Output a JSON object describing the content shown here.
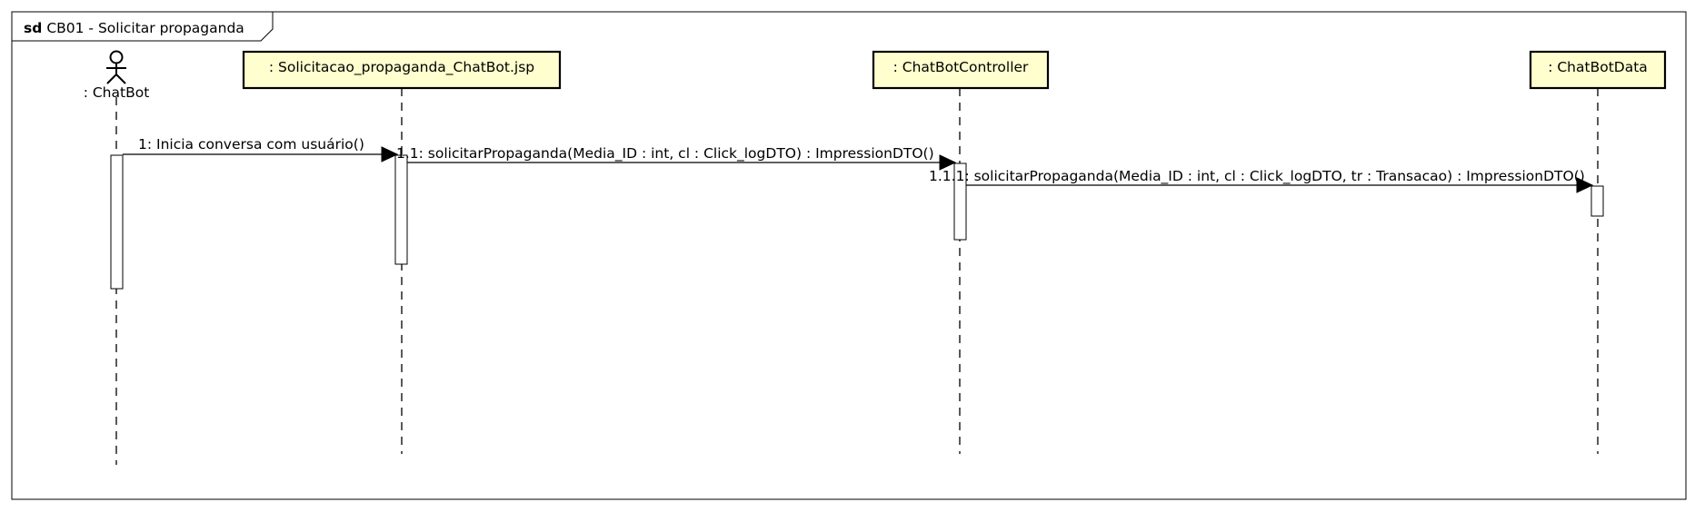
{
  "frame": {
    "keyword": "sd",
    "title": "CB01 - Solicitar propaganda"
  },
  "participants": [
    {
      "id": "chatbot",
      "kind": "actor",
      "label": ": ChatBot"
    },
    {
      "id": "jsp",
      "kind": "participant",
      "label": ": Solicitacao_propaganda_ChatBot.jsp"
    },
    {
      "id": "controller",
      "kind": "participant",
      "label": ": ChatBotController"
    },
    {
      "id": "data",
      "kind": "participant",
      "label": ": ChatBotData"
    }
  ],
  "messages": [
    {
      "from": "chatbot",
      "to": "jsp",
      "label": "1: Inicia conversa com usuário()"
    },
    {
      "from": "jsp",
      "to": "controller",
      "label": "1.1: solicitarPropaganda(Media_ID : int, cl : Click_logDTO) : ImpressionDTO()"
    },
    {
      "from": "controller",
      "to": "data",
      "label": "1.1.1: solicitarPropaganda(Media_ID : int, cl : Click_logDTO, tr : Transacao) : ImpressionDTO()"
    }
  ],
  "colors": {
    "participant_fill": "#FEFECE",
    "line": "#000000",
    "background": "#FFFFFF"
  }
}
